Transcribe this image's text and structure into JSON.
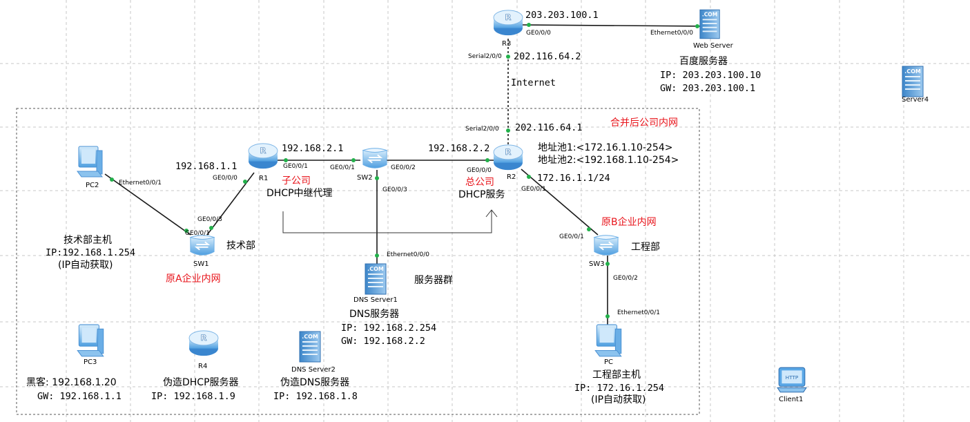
{
  "colors": {
    "link": "#1a1a1a",
    "dot": "#22b04a",
    "label_red": "#e8141b",
    "device_blue": "#5aa7e6",
    "device_dark": "#2f7cc4",
    "grid": "#c7c7c7"
  },
  "area": {
    "label": "合并后公司内网"
  },
  "icons": {
    "router": "router-icon",
    "switch": "switch-icon",
    "pc": "pc-icon",
    "server": "server-icon",
    "client": "client-icon"
  },
  "devices": {
    "R3": {
      "name": "R3",
      "ip_top": "203.203.100.1",
      "port_ge": "GE0/0/0",
      "port_serial": "Serial2/0/0",
      "ip_serial": "202.116.64.2"
    },
    "web_server": {
      "name": "Web Server",
      "port": "Ethernet0/0/0",
      "title": "百度服务器",
      "ip": "IP: 203.203.100.10",
      "gw": "GW: 203.203.100.1"
    },
    "server4": {
      "name": "Server4"
    },
    "internet": {
      "label": "Internet"
    },
    "R2": {
      "name": "R2",
      "port_serial": "Serial2/0/0",
      "ip_serial": "202.116.64.1",
      "ip_left": "192.168.2.2",
      "port_left": "GE0/0/0",
      "pool1": "地址池1:<172.16.1.10-254>",
      "pool2": "地址池2:<192.168.1.10-254>",
      "ip_right": "172.16.1.1/24",
      "port_right": "GE0/0/1",
      "role_red": "总公司",
      "role": "DHCP服务"
    },
    "R1": {
      "name": "R1",
      "ip_right": "192.168.2.1",
      "port_right": "GE0/0/1",
      "ip_left": "192.168.1.1",
      "port_left": "GE0/0/0",
      "role_red": "子公司",
      "role": "DHCP中继代理"
    },
    "SW2": {
      "name": "SW2",
      "port1": "GE0/0/1",
      "port2": "GE0/0/2",
      "port3": "GE0/0/3"
    },
    "PC2": {
      "name": "PC2",
      "port": "Ethernet0/0/1",
      "title": "技术部主机",
      "ip": "IP:192.168.1.254",
      "note": "(IP自动获取)"
    },
    "SW1": {
      "name": "SW1",
      "port_up": "GE0/0/3",
      "port_left": "GE0/0/1",
      "dept": "技术部",
      "net_red": "原A企业内网"
    },
    "dns1": {
      "name": "DNS Server1",
      "port": "Ethernet0/0/0",
      "group": "服务器群",
      "title": "DNS服务器",
      "ip": "IP: 192.168.2.254",
      "gw": "GW: 192.168.2.2"
    },
    "SW3": {
      "name": "SW3",
      "port_up": "GE0/0/1",
      "port_down": "GE0/0/2",
      "dept": "工程部",
      "net_red": "原B企业内网"
    },
    "PC": {
      "name": "PC",
      "port": "Ethernet0/0/1",
      "title": "工程部主机",
      "ip": "IP: 172.16.1.254",
      "note": "(IP自动获取)"
    },
    "PC3": {
      "name": "PC3",
      "role": "黑客: 192.168.1.20",
      "gw": "GW: 192.168.1.1"
    },
    "R4": {
      "name": "R4",
      "role": "伪造DHCP服务器",
      "ip": "IP: 192.168.1.9"
    },
    "dns2": {
      "name": "DNS Server2",
      "role": "伪造DNS服务器",
      "ip": "IP: 192.168.1.8"
    },
    "client1": {
      "name": "Client1",
      "screen_text": "HTTP"
    }
  }
}
